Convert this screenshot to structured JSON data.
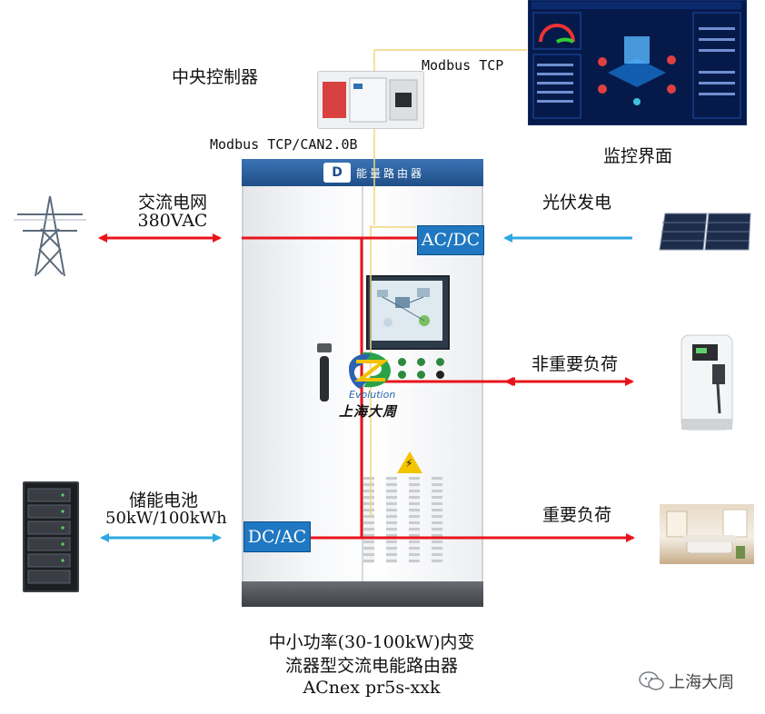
{
  "labels": {
    "central_controller": "中央控制器",
    "modbus_tcp": "Modbus TCP",
    "modbus_tcp_can": "Modbus TCP/CAN2.0B",
    "monitor_ui": "监控界面",
    "grid_title": "交流电网",
    "grid_voltage": "380VAC",
    "pv": "光伏发电",
    "non_critical_load": "非重要负荷",
    "storage_title": "储能电池",
    "storage_spec": "50kW/100kWh",
    "critical_load": "重要负荷",
    "acdc": "AC/DC",
    "dcac": "DC/AC",
    "cabinet_name": "能量路由器",
    "cabinet_logo": "D",
    "product_line1": "中小功率(30-100kW)内变",
    "product_line2": "流器型交流电能路由器",
    "product_line3": "ACnex pr5s-xxk",
    "brand_name": "上海大周",
    "emblem_en": "Evolution",
    "emblem_cn": "上海大周"
  },
  "colors": {
    "power_line": "#e8141b",
    "dc_line": "#2ea8e0",
    "signal_line": "#f0d67a",
    "converter_box": "#1f78c1"
  }
}
